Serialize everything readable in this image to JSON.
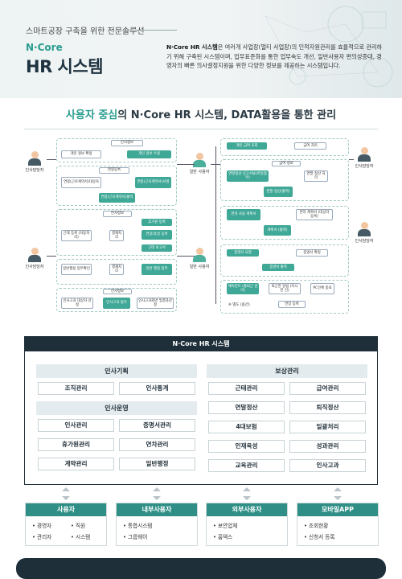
{
  "header": {
    "tagline": "스마트공장 구축을 위한 전문솔루션",
    "brand_en": "N·Core",
    "brand_ko": "HR 시스템",
    "intro_bold": "N·Core HR 시스템",
    "intro_rest": "은 여러개 사업장(멀티 사업장)의 인적자원관리를 효율적으로 관리하기 위해 구축된 시스템이며, 업무표준화를 통한 업무속도 개선, 일반사용자 편의성증대, 경영자의 빠른 의사결정지원을 위한 다양한 정보를 제공하는 시스템입니다."
  },
  "section": {
    "title_hl": "사용자 중심",
    "title_rest": "의 N·Core HR 시스템, DATA활용을 통한 관리"
  },
  "flow": {
    "actors": {
      "hr_manager": "인사담당자",
      "general_user": "일반 사용자"
    },
    "left": [
      {
        "t": "인사정보"
      },
      {
        "t": "개인 정보 확정"
      },
      {
        "t": "개인 정보 수정"
      },
      {
        "t": "연봉등록"
      },
      {
        "t": "연봉(근로계약서)대상자"
      },
      {
        "t": "연봉(근로계약서)서명"
      },
      {
        "t": "연봉(근로계약서)출력"
      },
      {
        "t": "연차정보"
      },
      {
        "t": "근태 등록 (자동처리)"
      },
      {
        "t": "결재처리"
      },
      {
        "t": "휴가원 등록"
      },
      {
        "t": "연장/휴일 등록"
      },
      {
        "t": "근태 보고서"
      },
      {
        "t": "일반행정 업무확인"
      },
      {
        "t": "결재처리"
      },
      {
        "t": "일반 행정 업무"
      },
      {
        "t": "인사정보"
      },
      {
        "t": "인사고과 대상자 선정"
      },
      {
        "t": "인사고과 평가"
      },
      {
        "t": "인사고과화면 및결과산정"
      }
    ],
    "right": [
      {
        "t": "개인 급여 조회"
      },
      {
        "t": "급여 처리"
      },
      {
        "t": "급여 정보"
      },
      {
        "t": "연말정산 신고서류(파일첨부)"
      },
      {
        "t": "연말 정산 처리"
      },
      {
        "t": "연말 정산(출력)"
      },
      {
        "t": "연차 사용 계획서"
      },
      {
        "t": "연차 계획서 (대상자 등록)"
      },
      {
        "t": "계획서 (출력)"
      },
      {
        "t": "증명서 요청"
      },
      {
        "t": "증명서 확정"
      },
      {
        "t": "증명서 출력"
      },
      {
        "t": "메이전트 (출퇴근 관리)"
      },
      {
        "t": "퇴근한 알림 (지시한 건)"
      },
      {
        "t": "PC전체 종료"
      },
      {
        "t": "연장 등록"
      },
      {
        "t": "※ 별도 (옵션)"
      }
    ]
  },
  "system": {
    "title": "N·Core HR 시스템",
    "left_cat1": "인사기획",
    "left_cat1_items": [
      "조직관리",
      "인사통계"
    ],
    "left_cat2": "인사운영",
    "left_cat2_items": [
      "인사관리",
      "증명서관리",
      "휴가원관리",
      "연차관리",
      "계약관리",
      "일반행정"
    ],
    "right_cat": "보상관리",
    "right_items": [
      "근태관리",
      "급여관리",
      "연말정산",
      "퇴직정산",
      "4대보험",
      "일괄처리",
      "인재육성",
      "성과관리",
      "교육관리",
      "인사고과"
    ]
  },
  "users": [
    {
      "title": "사용자",
      "items": [
        "경영자",
        "직원",
        "관리자",
        "시스템"
      ]
    },
    {
      "title": "내부사용자",
      "items": [
        "통합시스템",
        "그룹웨어"
      ]
    },
    {
      "title": "외부사용자",
      "items": [
        "보안업체",
        "홈텍스"
      ]
    },
    {
      "title": "모바일APP",
      "items": [
        "조회현황",
        "신청서 등록"
      ]
    }
  ],
  "colors": {
    "accent": "#2a9d8f",
    "dark": "#1f2f3a",
    "box": "#3fa896"
  }
}
